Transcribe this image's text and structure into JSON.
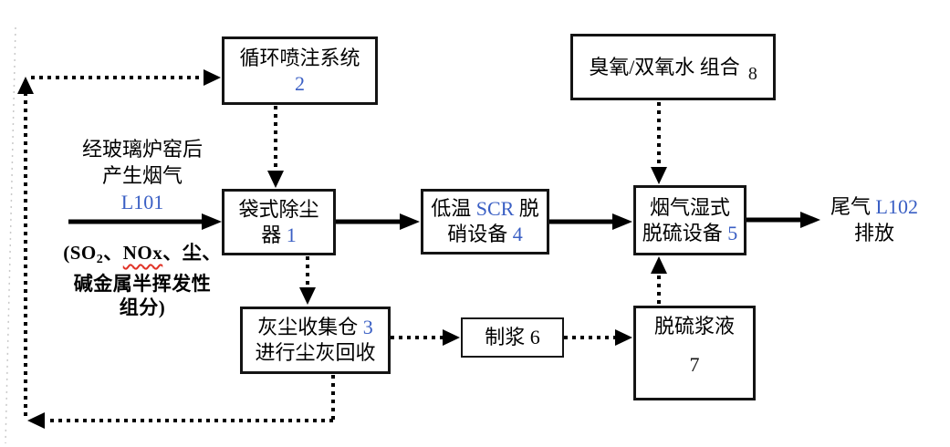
{
  "colors": {
    "line": "#000000",
    "box_border": "#141414",
    "code_blue": "#3a5fc4",
    "spellcheck_red": "#e03226",
    "background": "#ffffff"
  },
  "inlet": {
    "line1": "经玻璃炉窑后",
    "line2": "产生烟气",
    "code": "L101",
    "pollutants_open": "(SO",
    "pollutants_sub": "2",
    "pollutants_sep": "、",
    "pollutants_nox": "NOx",
    "pollutants_rest": "、尘、",
    "pollutants_line2": "碱金属半挥发性",
    "pollutants_line3": "组分)"
  },
  "boxes": {
    "recirculation_system": {
      "line1": "循环喷注系统",
      "number": "2"
    },
    "bag_filter": {
      "line1": "袋式除尘",
      "line2_prefix": "器 ",
      "number": "1"
    },
    "scr_denitration": {
      "line1_pre": "低温 ",
      "code": "SCR",
      "line1_post": " 脱",
      "line2_prefix": "硝设备 ",
      "number": "4"
    },
    "wet_fgd": {
      "line1": "烟气湿式",
      "line2_prefix": "脱硫设备 ",
      "number": "5"
    },
    "oxidant_combo": {
      "text": "臭氧/双氧水 组合",
      "number": "8"
    },
    "dust_bin": {
      "line1_prefix": "灰尘收集仓 ",
      "number": "3",
      "line2": "进行尘灰回收"
    },
    "slurry_prep": {
      "text": "制浆 6"
    },
    "fgd_slurry": {
      "line1": "脱硫浆液",
      "number": "7"
    }
  },
  "outlet": {
    "line1_pre": "尾气 ",
    "code": "L102",
    "line2": "排放"
  },
  "connections": [
    {
      "from": "烟气 L101 入口",
      "to": "袋式除尘器 1",
      "style": "solid"
    },
    {
      "from": "袋式除尘器 1",
      "to": "低温 SCR 脱硝设备 4",
      "style": "solid"
    },
    {
      "from": "低温 SCR 脱硝设备 4",
      "to": "烟气湿式脱硫设备 5",
      "style": "solid"
    },
    {
      "from": "烟气湿式脱硫设备 5",
      "to": "尾气 L102 排放",
      "style": "solid"
    },
    {
      "from": "循环喷注系统 2",
      "to": "袋式除尘器 1",
      "style": "dotted"
    },
    {
      "from": "袋式除尘器 1",
      "to": "灰尘收集仓 3",
      "style": "dotted"
    },
    {
      "from": "灰尘收集仓 3",
      "to": "制浆 6",
      "style": "dotted"
    },
    {
      "from": "制浆 6",
      "to": "脱硫浆液 7",
      "style": "dotted"
    },
    {
      "from": "脱硫浆液 7",
      "to": "烟气湿式脱硫设备 5",
      "style": "dotted"
    },
    {
      "from": "臭氧/双氧水 组合 8",
      "to": "烟气湿式脱硫设备 5",
      "style": "dotted"
    },
    {
      "from": "灰尘收集仓 3",
      "to": "循环喷注系统 2",
      "style": "dotted-recirculation-loop"
    }
  ]
}
